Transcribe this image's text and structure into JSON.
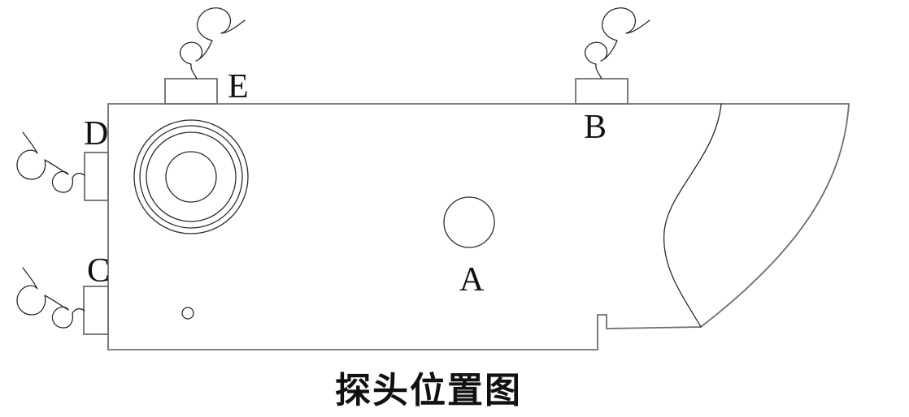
{
  "diagram": {
    "title": "探头位置图",
    "probe_labels": {
      "a": "A",
      "b": "B",
      "c": "C",
      "d": "D",
      "e": "E"
    }
  },
  "colors": {
    "background": "#ffffff",
    "outline_gray": "#6e6e6e",
    "line_dark": "#2b2b2b",
    "label_text": "#111111"
  }
}
